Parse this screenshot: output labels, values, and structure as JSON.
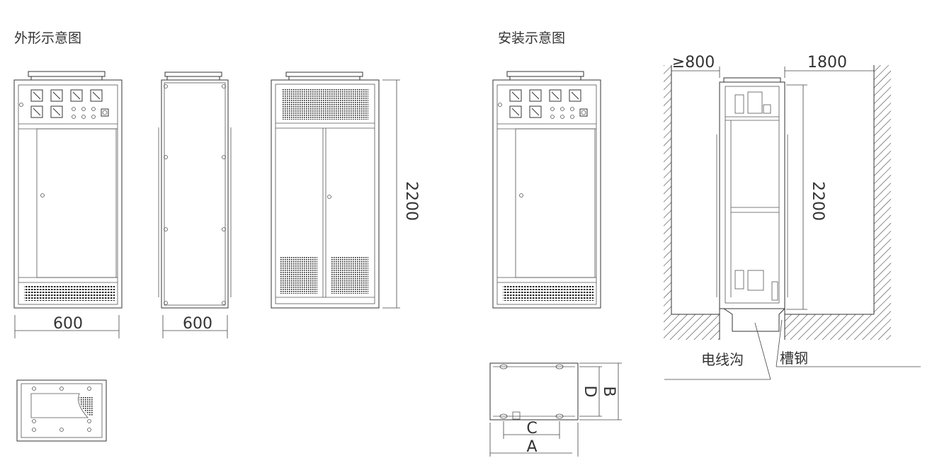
{
  "titles": {
    "outline": "外形示意图",
    "install": "安装示意图"
  },
  "dimensions": {
    "width_front": "600",
    "width_side": "600",
    "height_front": "2200",
    "height_install": "2200",
    "clearance": "≥800",
    "install_width": "1800"
  },
  "base_letters": {
    "a": "A",
    "b": "B",
    "c": "C",
    "d": "D"
  },
  "labels": {
    "cable_trench": "电线沟",
    "channel_steel": "槽钢"
  }
}
